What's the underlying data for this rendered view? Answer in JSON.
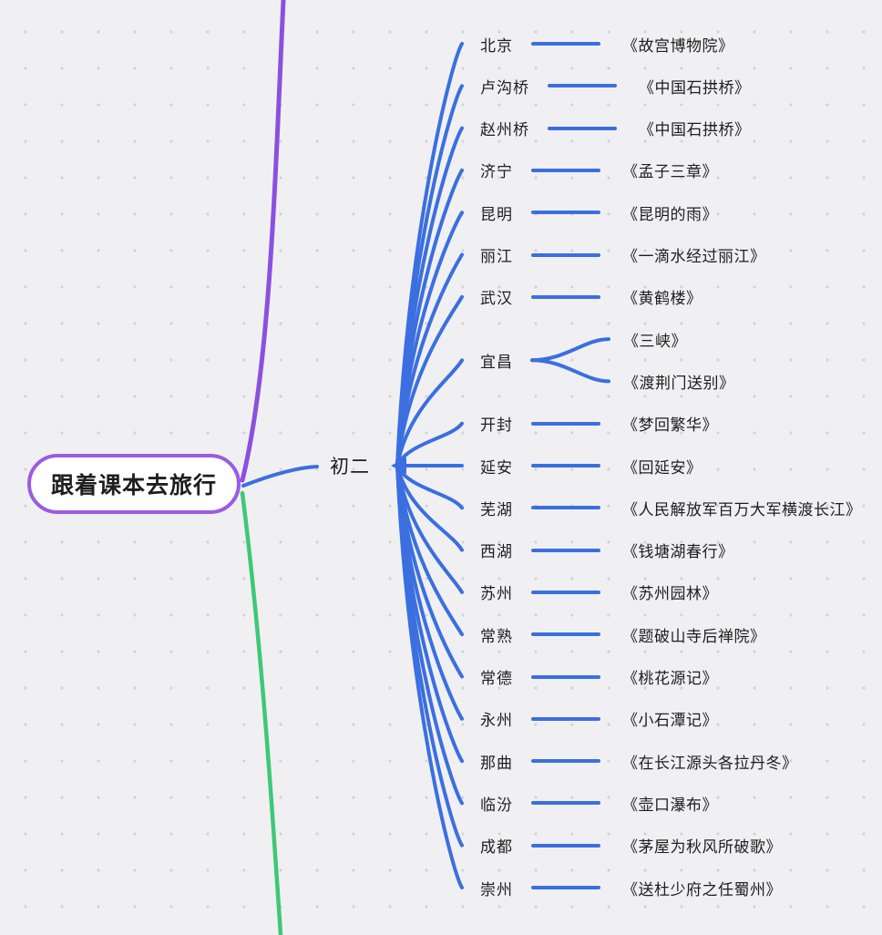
{
  "root": {
    "label": "跟着课本去旅行"
  },
  "branch": {
    "label": "初二"
  },
  "colors": {
    "blue": "#3b6fe0",
    "purple": "#8b50e0",
    "root_border": "#9b5ce0",
    "green": "#3ec878",
    "text": "#1e1e1e",
    "background": "#f0f0f2",
    "dot": "#d2d2d7"
  },
  "items": [
    {
      "city": "北京",
      "works": [
        "《故宫博物院》"
      ]
    },
    {
      "city": "卢沟桥",
      "works": [
        "《中国石拱桥》"
      ]
    },
    {
      "city": "赵州桥",
      "works": [
        "《中国石拱桥》"
      ]
    },
    {
      "city": "济宁",
      "works": [
        "《孟子三章》"
      ]
    },
    {
      "city": "昆明",
      "works": [
        "《昆明的雨》"
      ]
    },
    {
      "city": "丽江",
      "works": [
        "《一滴水经过丽江》"
      ]
    },
    {
      "city": "武汉",
      "works": [
        "《黄鹤楼》"
      ]
    },
    {
      "city": "宜昌",
      "works": [
        "《三峡》",
        "《渡荆门送别》"
      ]
    },
    {
      "city": "开封",
      "works": [
        "《梦回繁华》"
      ]
    },
    {
      "city": "延安",
      "works": [
        "《回延安》"
      ]
    },
    {
      "city": "芜湖",
      "works": [
        "《人民解放军百万大军横渡长江》"
      ]
    },
    {
      "city": "西湖",
      "works": [
        "《钱塘湖春行》"
      ]
    },
    {
      "city": "苏州",
      "works": [
        "《苏州园林》"
      ]
    },
    {
      "city": "常熟",
      "works": [
        "《题破山寺后禅院》"
      ]
    },
    {
      "city": "常德",
      "works": [
        "《桃花源记》"
      ]
    },
    {
      "city": "永州",
      "works": [
        "《小石潭记》"
      ]
    },
    {
      "city": "那曲",
      "works": [
        "《在长江源头各拉丹冬》"
      ]
    },
    {
      "city": "临汾",
      "works": [
        "《壶口瀑布》"
      ]
    },
    {
      "city": "成都",
      "works": [
        "《茅屋为秋风所破歌》"
      ]
    },
    {
      "city": "崇州",
      "works": [
        "《送杜少府之任蜀州》"
      ]
    }
  ]
}
